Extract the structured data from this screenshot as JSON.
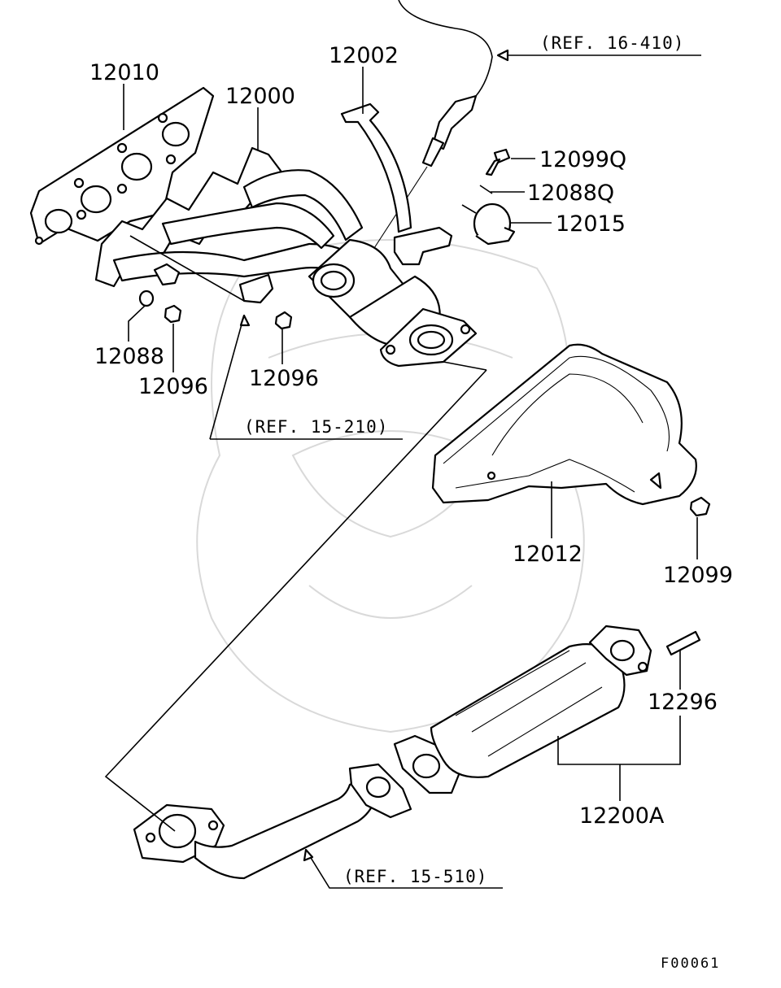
{
  "diagram": {
    "part_numbers": {
      "p12010": "12010",
      "p12000": "12000",
      "p12002": "12002",
      "p12099Q": "12099Q",
      "p12088Q": "12088Q",
      "p12015": "12015",
      "p12088": "12088",
      "p12096a": "12096",
      "p12096b": "12096",
      "p12012": "12012",
      "p12099": "12099",
      "p12296": "12296",
      "p12200A": "12200A"
    },
    "references": {
      "ref_16_410": "(REF. 16-410)",
      "ref_15_210": "(REF. 15-210)",
      "ref_15_510": "(REF. 15-510)"
    },
    "figure_code": "F00061"
  }
}
